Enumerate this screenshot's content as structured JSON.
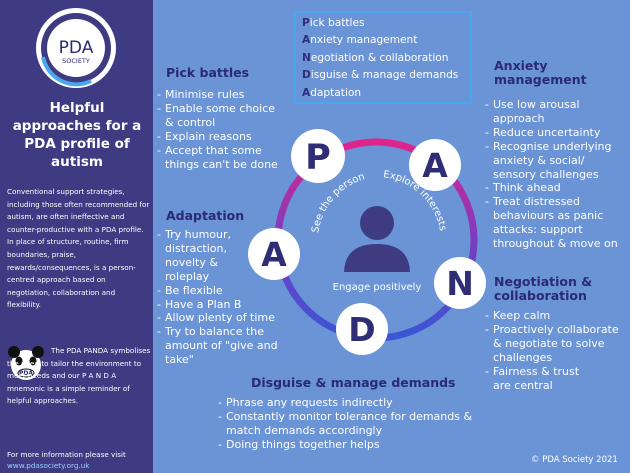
{
  "logo": {
    "line1": "PDA",
    "line2": "SOCIETY"
  },
  "sidebar": {
    "title": "Helpful approaches for a PDA profile of autism",
    "intro": "Conventional support strategies, including those often recommended for autism, are often ineffective and counter-productive with a PDA profile. In place of structure, routine, firm boundaries, praise, rewards/consequences, is a person-centred approach based on negotiation, collaboration and flexibility.",
    "panda_badge": "PDA",
    "panda_text": "The PDA PANDA symbolises the need to tailor the environment to meet needs and our P A N D A mnemonic is a simple reminder of helpful approaches.",
    "more_info": "For more information please visit",
    "url": "www.pdasociety.org.uk"
  },
  "mnemonic": [
    {
      "initial": "P",
      "rest": "ick battles"
    },
    {
      "initial": "A",
      "rest": "nxiety management"
    },
    {
      "initial": "N",
      "rest": "egotiation & collaboration"
    },
    {
      "initial": "D",
      "rest": "isguise & manage demands"
    },
    {
      "initial": "A",
      "rest": "daptation"
    }
  ],
  "sections": {
    "pick_battles": {
      "heading": "Pick battles",
      "items": [
        "Minimise rules",
        "Enable some choice & control",
        "Explain reasons",
        "Accept that some things can't be done"
      ]
    },
    "anxiety": {
      "heading": "Anxiety management",
      "items": [
        "Use low arousal approach",
        "Reduce uncertainty",
        "Recognise underlying anxiety & social/ sensory challenges",
        "Think ahead",
        "Treat distressed behaviours as panic attacks: support throughout & move on"
      ]
    },
    "adaptation": {
      "heading": "Adaptation",
      "items": [
        "Try humour, distraction, novelty & roleplay",
        "Be flexible",
        "Have a Plan B",
        "Allow plenty of time",
        "Try to balance the amount of \"give and take\""
      ]
    },
    "negotiation": {
      "heading": "Negotiation & collaboration",
      "items": [
        "Keep calm",
        "Proactively collaborate & negotiate to solve challenges",
        "Fairness & trust are central"
      ]
    },
    "disguise": {
      "heading": "Disguise & manage demands",
      "items": [
        "Phrase any requests indirectly",
        "Constantly monitor tolerance for demands & match demands accordingly",
        "Doing things together helps"
      ]
    }
  },
  "diagram": {
    "letters": [
      "P",
      "A",
      "N",
      "D",
      "A"
    ],
    "see_person": "See the person",
    "explore_interests": "Explore interests",
    "engage": "Engage positively",
    "colors": {
      "ring_pink": "#e0248c",
      "ring_blue": "#3a56d6",
      "circle_text": "#2e2d76",
      "bg": "#6a94d6",
      "sidebar": "#3e3b82"
    }
  },
  "copyright": "© PDA Society 2021"
}
